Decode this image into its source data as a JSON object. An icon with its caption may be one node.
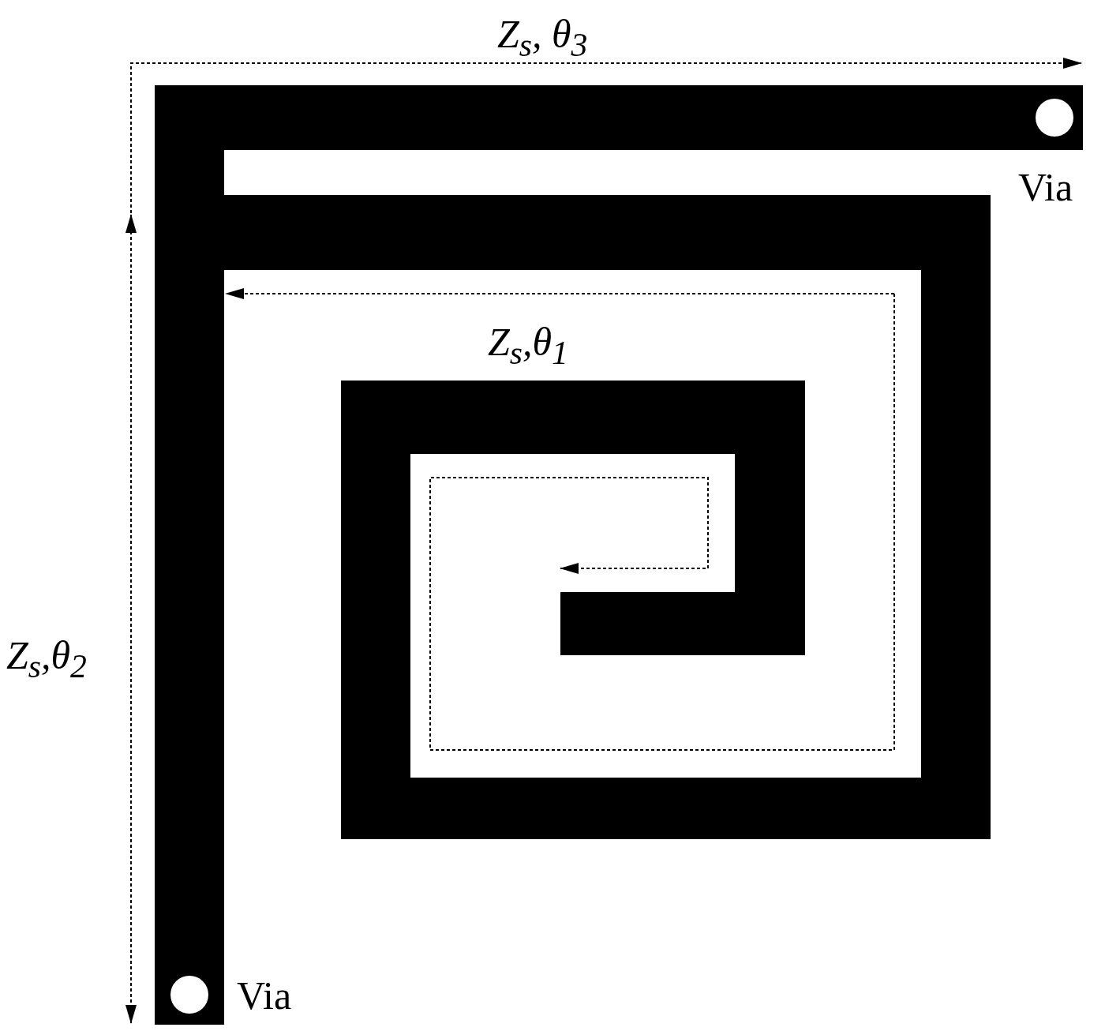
{
  "diagram": {
    "labels": [
      "Z$_{s}$, θ$_{3}$",
      "Via",
      "Z$_{s}$,θ$_{1}$",
      "Z$_{s}$,θ$_{2}$",
      "Via"
    ]
  }
}
